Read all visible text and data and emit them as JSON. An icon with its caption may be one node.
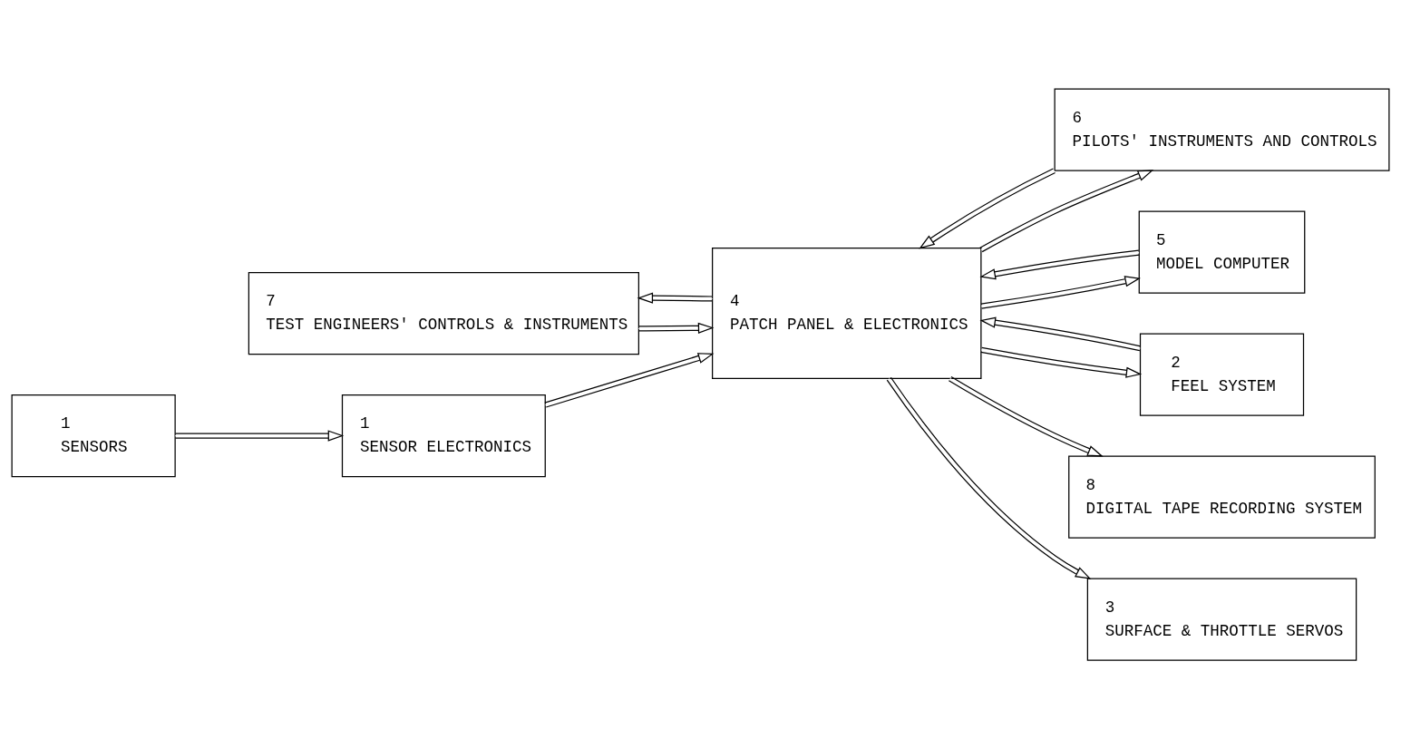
{
  "diagram": {
    "nodes": [
      {
        "text": [
          "7",
          "TEST ENGINEERS' CONTROLS & INSTRUMENTS"
        ]
      },
      {
        "text": [
          "6",
          "PILOTS' INSTRUMENTS AND CONTROLS"
        ]
      },
      {
        "text": [
          "1",
          "SENSORS"
        ]
      },
      {
        "text": [
          "1",
          "SENSOR ELECTRONICS"
        ]
      },
      {
        "text": [
          "4",
          "PATCH PANEL & ELECTRONICS"
        ]
      },
      {
        "text": [
          "5",
          "MODEL COMPUTER"
        ]
      },
      {
        "text": [
          "2",
          "FEEL SYSTEM"
        ]
      },
      {
        "text": [
          "8",
          "DIGITAL TAPE RECORDING SYSTEM"
        ]
      },
      {
        "text": [
          "3",
          "SURFACE & THROTTLE SERVOS"
        ]
      }
    ],
    "edges": [
      {
        "from": 4,
        "to": 0,
        "arrow": "to"
      },
      {
        "from": 0,
        "to": 4,
        "arrow": "to"
      },
      {
        "from": 4,
        "to": 1,
        "arrow": "to"
      },
      {
        "from": 1,
        "to": 4,
        "arrow": "to"
      },
      {
        "from": 2,
        "to": 3,
        "arrow": "to"
      },
      {
        "from": 3,
        "to": 4,
        "arrow": "to"
      },
      {
        "from": 4,
        "to": 5,
        "arrow": "to"
      },
      {
        "from": 5,
        "to": 4,
        "arrow": "to"
      },
      {
        "from": 6,
        "to": 4,
        "arrow": "to"
      },
      {
        "from": 4,
        "to": 6,
        "arrow": "to"
      },
      {
        "from": 4,
        "to": 8,
        "arrow": "to"
      },
      {
        "from": 4,
        "to": 7,
        "arrow": "to"
      }
    ]
  }
}
